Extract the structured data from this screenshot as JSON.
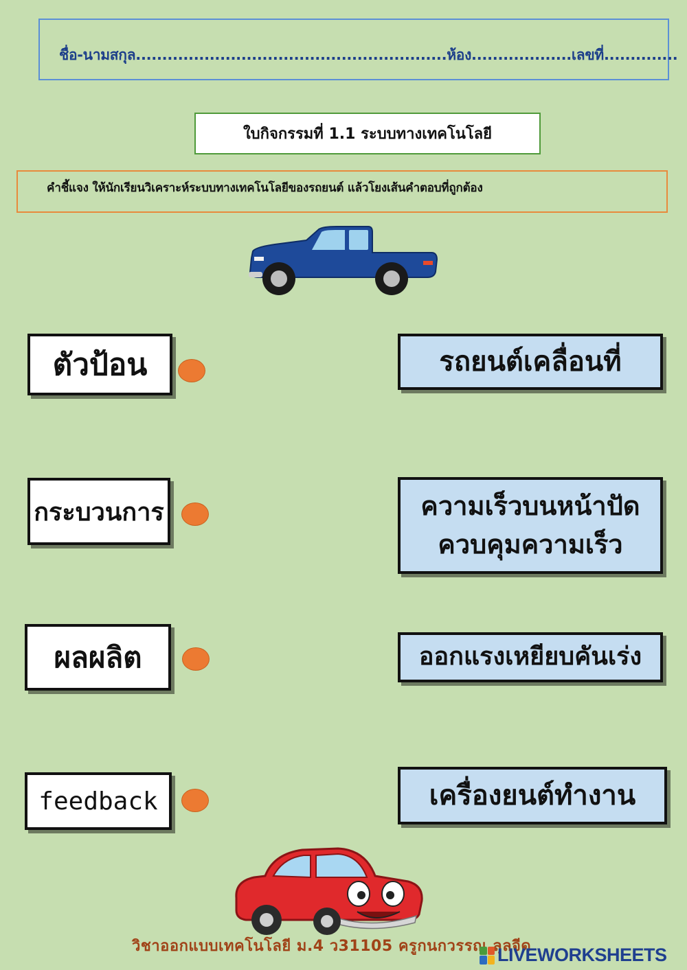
{
  "header": {
    "name_line": "ชื่อ-นามสกุล...........................................................ห้อง...................เลขที่.............."
  },
  "title": "ใบกิจกรรมที่ 1.1 ระบบทางเทคโนโลยี",
  "instruction": "คำชี้แจง ให้นักเรียนวิเคราะห์ระบบทางเทคโนโลยีของรถยนต์ แล้วโยงเส้นคำตอบที่ถูกต้อง",
  "terms": [
    {
      "label": "ตัวป้อน"
    },
    {
      "label": "กระบวนการ"
    },
    {
      "label": "ผลผลิต"
    },
    {
      "label": "feedback"
    }
  ],
  "answers": [
    {
      "line1": "รถยนต์เคลื่อนที่",
      "line2": ""
    },
    {
      "line1": "ความเร็วบนหน้าปัด",
      "line2": "ควบคุมความเร็ว"
    },
    {
      "line1": "ออกแรงเหยียบคันเร่ง",
      "line2": ""
    },
    {
      "line1": "เครื่องยนต์ทำงาน",
      "line2": ""
    }
  ],
  "footer": {
    "course": "วิชาออกแบบเทคโนโลยี ม.4 ว31105    ครูกนกวรรณ  ลุลจีด"
  },
  "branding": {
    "logo_text": "LIVEWORKSHEETS"
  },
  "colors": {
    "background": "#c6deb0",
    "answer_fill": "#c5ddf1",
    "dot": "#ec7a32",
    "truck": "#1e4a9a",
    "car": "#e0292c"
  },
  "icons": [
    "pickup-truck-illustration",
    "cartoon-red-car-illustration",
    "liveworksheets-logo-icon"
  ]
}
